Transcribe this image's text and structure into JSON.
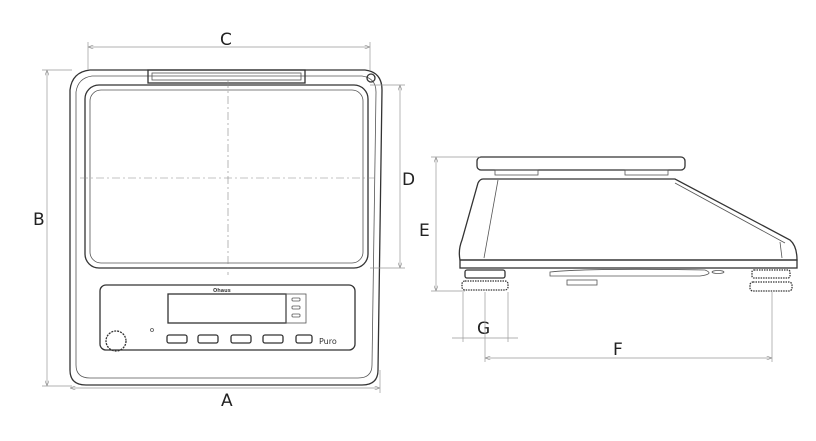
{
  "dimensions": {
    "A": "A",
    "B": "B",
    "C": "C",
    "D": "D",
    "E": "E",
    "F": "F",
    "G": "G"
  },
  "front_view": {
    "model_label": "Puro",
    "brand_logo_text": "Ohaus"
  }
}
